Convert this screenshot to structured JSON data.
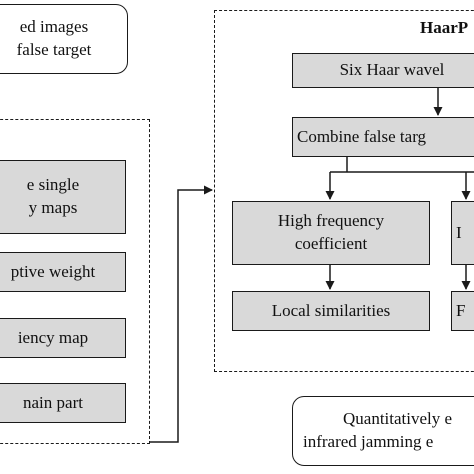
{
  "top_left_box": {
    "line1": "ed images",
    "line2": "false target"
  },
  "left_panel": {
    "items": [
      {
        "line1": "e single",
        "line2": "y maps"
      },
      {
        "line1": "ptive weight",
        "line2": ""
      },
      {
        "line1": "iency map",
        "line2": ""
      },
      {
        "line1": "nain part",
        "line2": ""
      }
    ]
  },
  "right_panel": {
    "title": "HaarP",
    "step1": "Six Haar wavel",
    "step2": "Combine false targ",
    "high_freq": {
      "line1": "High frequency",
      "line2": "coefficient"
    },
    "local_sim": "Local similarities",
    "right_col_1": "I",
    "right_col_2": "F"
  },
  "bottom_box": {
    "line1": "Quantitatively e",
    "line2": "infrared jamming e"
  },
  "colors": {
    "box_fill": "#d9d9d9",
    "border": "#1a1a1a"
  }
}
